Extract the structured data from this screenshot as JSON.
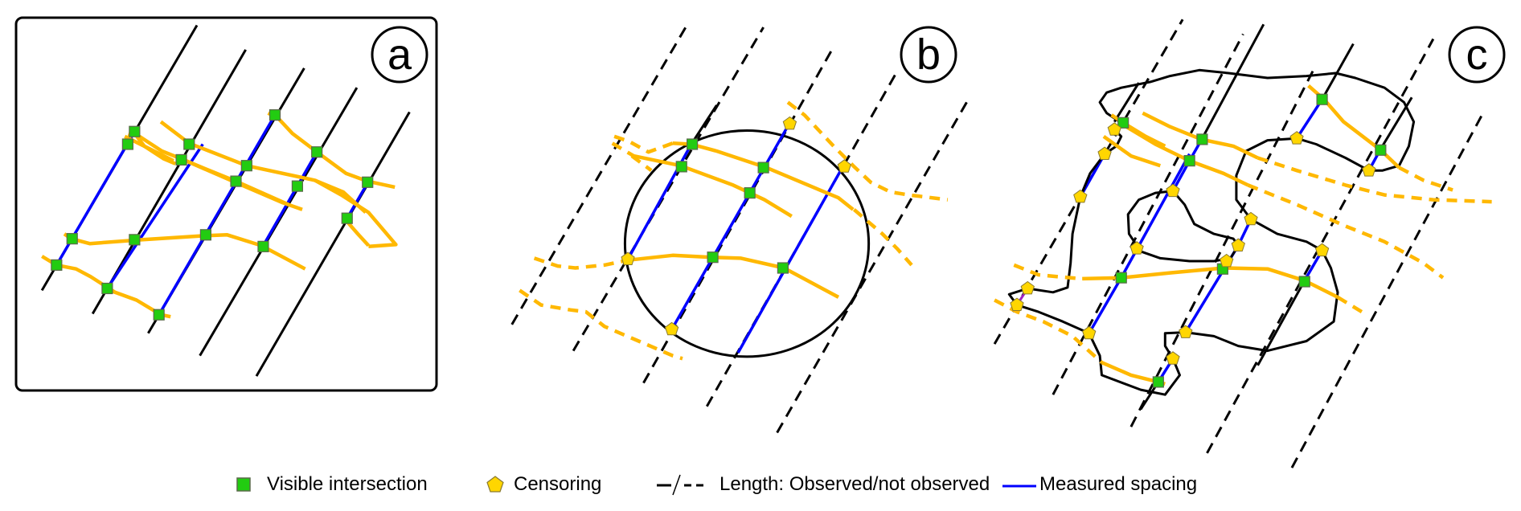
{
  "figure": {
    "panels": [
      {
        "id": "a",
        "label": "a",
        "framed": true
      },
      {
        "id": "b",
        "label": "b",
        "framed": false,
        "sampling_window": "circle"
      },
      {
        "id": "c",
        "label": "c",
        "framed": false,
        "sampling_window": "irregular-outline"
      }
    ]
  },
  "legend": {
    "items": [
      {
        "key": "visible-intersection",
        "label": "Visible intersection",
        "symbol": "green-square-icon"
      },
      {
        "key": "censoring",
        "label": "Censoring",
        "symbol": "yellow-pentagon-icon"
      },
      {
        "key": "length",
        "label": "Length: Observed/not observed",
        "symbol": "solid-slash-dashed-line-icon"
      },
      {
        "key": "measured-spacing",
        "label": "Measured spacing",
        "symbol": "blue-line-icon"
      }
    ]
  },
  "colors": {
    "intersection_fill": "#22cc11",
    "intersection_stroke": "#5a6a4a",
    "censor_fill": "#ffd600",
    "censor_stroke": "#8a7a30",
    "crossing_fracture": "#ffb800",
    "fracture_set": "#000000",
    "spacing": "#0000ff",
    "extra_segment": "#a020c0"
  }
}
